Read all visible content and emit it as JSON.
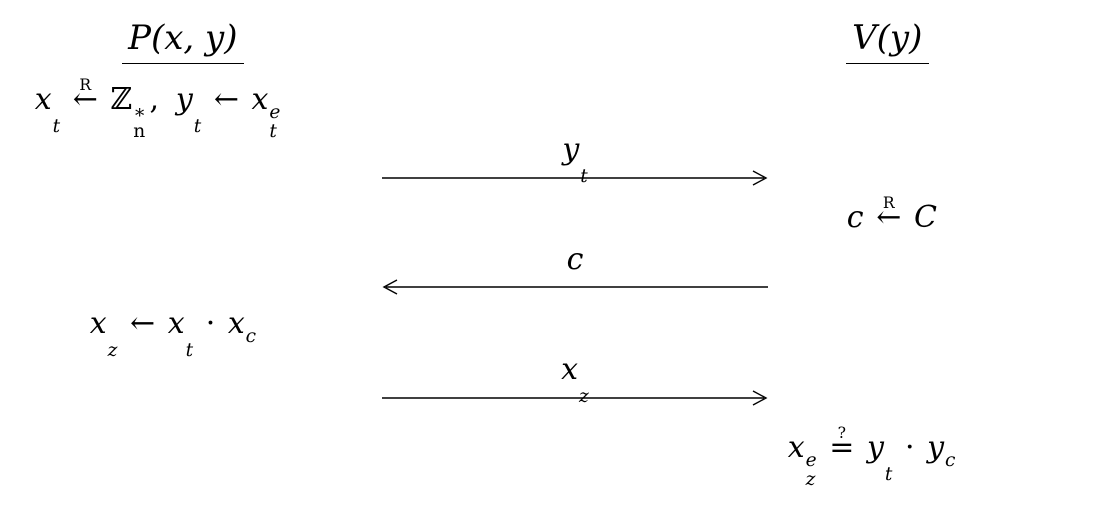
{
  "page": {
    "background": "#ffffff",
    "ink": "#000000"
  },
  "diagram": {
    "kind": "interactive-proof-protocol",
    "prover": {
      "title": "P(x, y)"
    },
    "verifier": {
      "title": "V(y)"
    },
    "arrows": [
      {
        "direction": "right",
        "from": "prover",
        "to": "verifier"
      },
      {
        "direction": "left",
        "from": "verifier",
        "to": "prover"
      },
      {
        "direction": "right",
        "from": "prover",
        "to": "verifier"
      }
    ]
  },
  "formulas": {
    "prover_commit": [
      {
        "t": "x",
        "sub": "t"
      },
      {
        "t": "←",
        "over": "R",
        "sym": true,
        "rel": true
      },
      {
        "t": "ℤ",
        "sup": "∗",
        "sub": "n",
        "sym": true
      },
      {
        "t": ",",
        "sym": true,
        "gap": true
      },
      {
        "t": "y",
        "sub": "t"
      },
      {
        "t": "←",
        "sym": true,
        "rel": true
      },
      {
        "t": "x",
        "sub": "t",
        "sup": "e"
      }
    ],
    "message_1": [
      {
        "t": "y",
        "sub": "t"
      }
    ],
    "verifier_challenge": [
      {
        "t": "c"
      },
      {
        "t": "←",
        "over": "R",
        "sym": true,
        "rel": true
      },
      {
        "t": "C"
      }
    ],
    "message_2": [
      {
        "t": "c"
      }
    ],
    "prover_response": [
      {
        "t": "x",
        "sub": "z"
      },
      {
        "t": "←",
        "sym": true,
        "rel": true
      },
      {
        "t": "x",
        "sub": "t"
      },
      {
        "t": "·",
        "sym": true,
        "rel": true
      },
      {
        "t": "x",
        "sup": "c"
      }
    ],
    "message_3": [
      {
        "t": "x",
        "sub": "z"
      }
    ],
    "verifier_check": [
      {
        "t": "x",
        "sub": "z",
        "sup": "e"
      },
      {
        "t": "=",
        "over": "?",
        "sym": true,
        "rel": true
      },
      {
        "t": "y",
        "sub": "t"
      },
      {
        "t": "·",
        "sym": true,
        "rel": true
      },
      {
        "t": "y",
        "sup": "c"
      }
    ]
  }
}
